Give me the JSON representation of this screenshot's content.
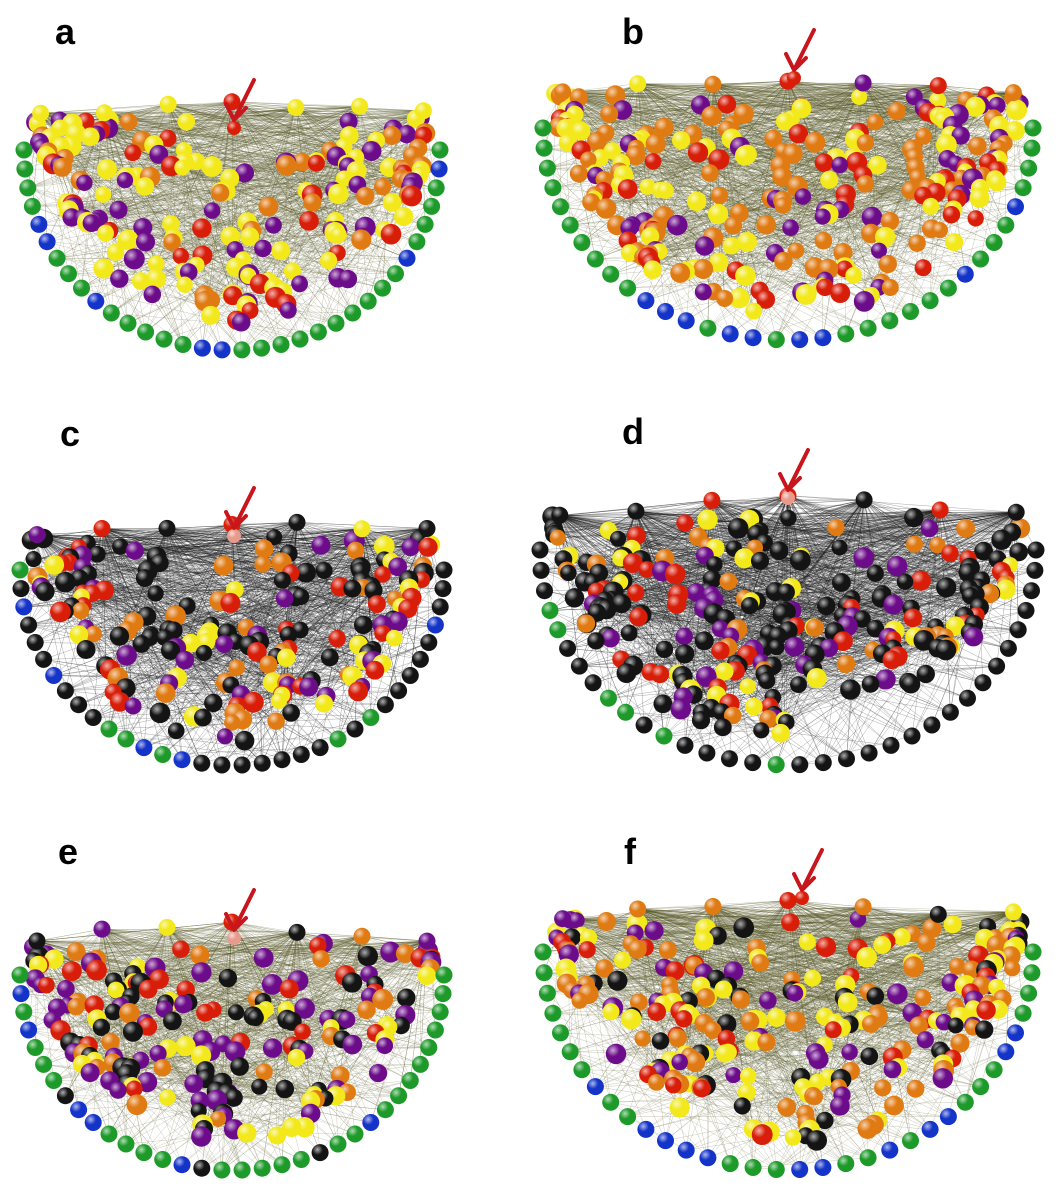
{
  "figure": {
    "colors": {
      "green": "#1e9a2a",
      "blue": "#1433c8",
      "yellow": "#f2e81a",
      "purple": "#6c0c8a",
      "orange": "#e07a12",
      "red": "#d81e08",
      "black": "#141414",
      "pink": "#e89a8c",
      "arrow": "#c8161c",
      "edge_light": "#5a5a2a",
      "edge_dark": "#202020"
    },
    "panels": [
      {
        "label": "a",
        "edges": "olive",
        "palette": [
          "yellow",
          "yellow",
          "purple",
          "purple",
          "orange",
          "red"
        ],
        "rim": [
          "green",
          "green",
          "green",
          "green",
          "blue"
        ],
        "density": 0.55
      },
      {
        "label": "b",
        "edges": "olive",
        "palette": [
          "yellow",
          "yellow",
          "orange",
          "orange",
          "purple",
          "red"
        ],
        "rim": [
          "green",
          "green",
          "green",
          "green",
          "blue"
        ],
        "density": 1.0
      },
      {
        "label": "c",
        "edges": "dark",
        "palette": [
          "black",
          "black",
          "black",
          "yellow",
          "purple",
          "orange",
          "red"
        ],
        "rim": [
          "black",
          "black",
          "black",
          "black",
          "green",
          "blue"
        ],
        "density": 0.55
      },
      {
        "label": "d",
        "edges": "dark",
        "palette": [
          "black",
          "black",
          "black",
          "black",
          "yellow",
          "orange",
          "purple",
          "red"
        ],
        "rim": [
          "black",
          "black",
          "black",
          "black",
          "green"
        ],
        "density": 1.0
      },
      {
        "label": "e",
        "edges": "olive",
        "palette": [
          "black",
          "black",
          "yellow",
          "purple",
          "purple",
          "orange",
          "red"
        ],
        "rim": [
          "green",
          "green",
          "green",
          "black",
          "blue"
        ],
        "density": 0.55
      },
      {
        "label": "f",
        "edges": "olive",
        "palette": [
          "yellow",
          "yellow",
          "orange",
          "orange",
          "purple",
          "red",
          "black"
        ],
        "rim": [
          "green",
          "green",
          "green",
          "green",
          "blue"
        ],
        "density": 1.0
      }
    ]
  }
}
